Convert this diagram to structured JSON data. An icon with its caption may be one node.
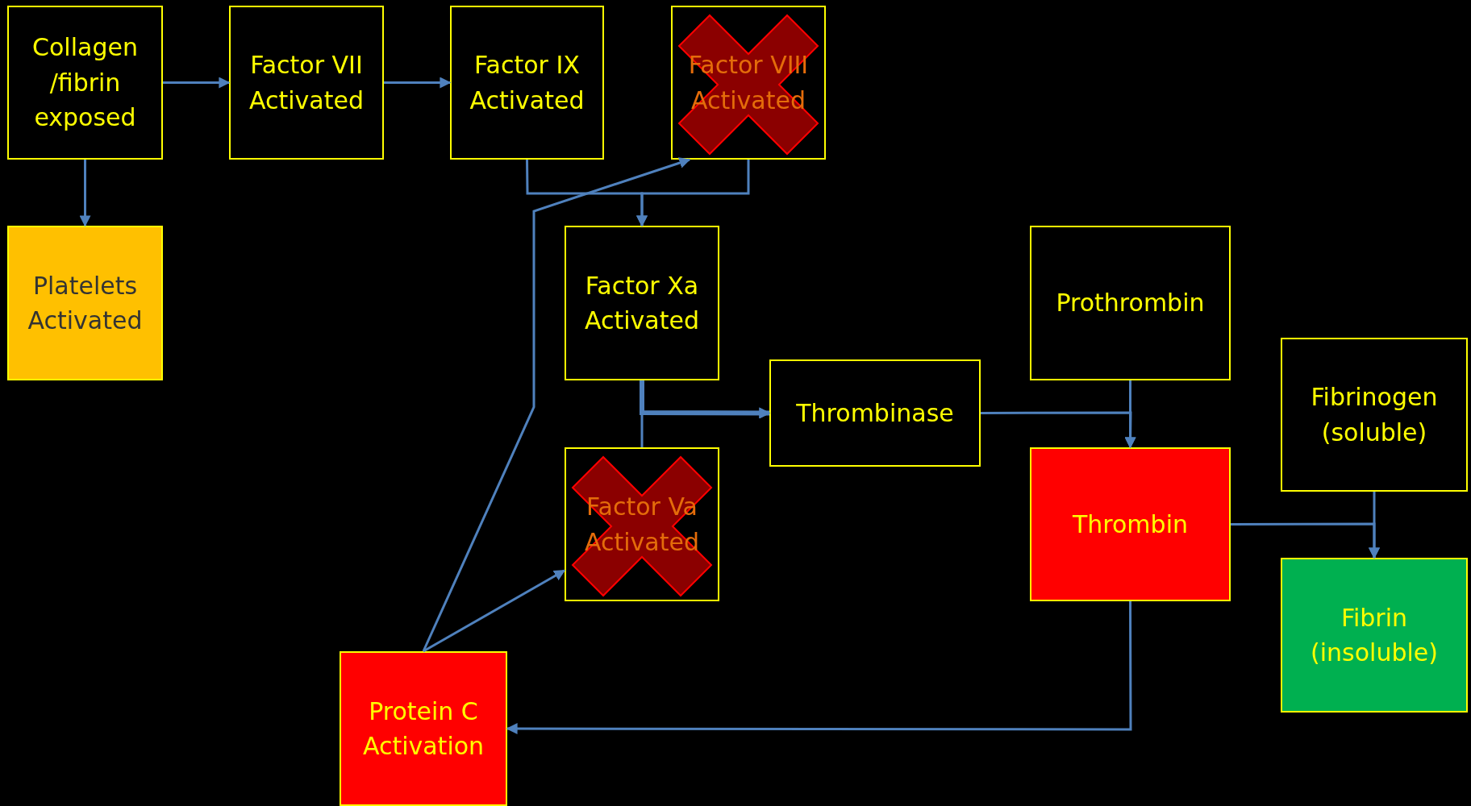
{
  "diagram": {
    "nodes": [
      {
        "text": [
          "Collagen /fibrin exposed"
        ]
      },
      {
        "text": [
          "Factor VII Activated"
        ]
      },
      {
        "text": [
          "Factor IX Activated"
        ]
      },
      {
        "text": [
          "Factor VIII Activated"
        ]
      },
      {
        "text": [
          "Platelets Activated"
        ]
      },
      {
        "text": [
          "Factor Xa Activated"
        ]
      },
      {
        "text": [
          "Factor Va Activated"
        ]
      },
      {
        "text": [
          "Thrombinase"
        ]
      },
      {
        "text": [
          "Prothrombin"
        ]
      },
      {
        "text": [
          "Thrombin"
        ]
      },
      {
        "text": [
          "Fibrinogen (soluble)"
        ]
      },
      {
        "text": [
          "Fibrin (insoluble)"
        ]
      },
      {
        "text": [
          "Protein C Activation"
        ]
      }
    ],
    "edges": [
      {
        "from": 0,
        "to": 1,
        "arrow": "to"
      },
      {
        "from": 1,
        "to": 2,
        "arrow": "to"
      },
      {
        "from": 0,
        "to": 4,
        "arrow": "to"
      },
      {
        "from": 2,
        "to": 5,
        "arrow": "to"
      },
      {
        "from": 3,
        "to": 5,
        "arrow": "to"
      },
      {
        "from": 5,
        "to": 7,
        "arrow": "to",
        "style": "thick"
      },
      {
        "from": 6,
        "to": 7,
        "arrow": "to"
      },
      {
        "from": 7,
        "to": 9,
        "arrow": "to"
      },
      {
        "from": 8,
        "to": 9,
        "arrow": "to"
      },
      {
        "from": 9,
        "to": 11,
        "arrow": "to"
      },
      {
        "from": 10,
        "to": 11,
        "arrow": "to"
      },
      {
        "from": 9,
        "to": 12,
        "arrow": "to"
      },
      {
        "from": 12,
        "to": 3,
        "arrow": "to"
      },
      {
        "from": 12,
        "to": 6,
        "arrow": "to"
      }
    ]
  }
}
